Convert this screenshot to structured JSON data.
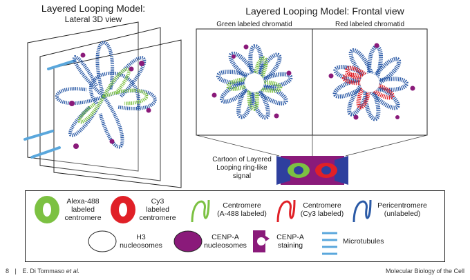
{
  "left_title": {
    "line1": "Layered Looping Model:",
    "line2": "Lateral 3D view"
  },
  "right_title": "Layered Looping Model: Frontal view",
  "panel_green": "Green labeled chromatid",
  "panel_red": "Red labeled chromatid",
  "cartoon_caption": [
    "Cartoon of Layered",
    "Looping ring-like",
    "signal"
  ],
  "legend": {
    "alexa": [
      "Alexa-488",
      "labeled",
      "centromere"
    ],
    "cy3": [
      "Cy3",
      "labeled",
      "centromere"
    ],
    "centromere_green": [
      "Centromere",
      "(A-488 labeled)"
    ],
    "centromere_red": [
      "Centromere",
      "(Cy3 labeled)"
    ],
    "pericentromere": [
      "Pericentromere",
      "(unlabeled)"
    ],
    "h3": [
      "H3",
      "nucleosomes"
    ],
    "cenpa": [
      "CENP-A",
      "nucleosomes"
    ],
    "cenpa_staining": [
      "CENP-A",
      "staining"
    ],
    "microtubules": "Microtubules"
  },
  "footer": {
    "page": "8",
    "sep": "|",
    "authors": "E. Di Tommaso",
    "etal": "et al.",
    "journal": "Molecular Biology of the Cell"
  },
  "colors": {
    "blue": "#2b5aa6",
    "light_blue": "#5aa7dc",
    "green": "#7cc142",
    "red": "#e02027",
    "purple": "#8a1a7a",
    "cartoon_blue": "#2e3f9e"
  }
}
